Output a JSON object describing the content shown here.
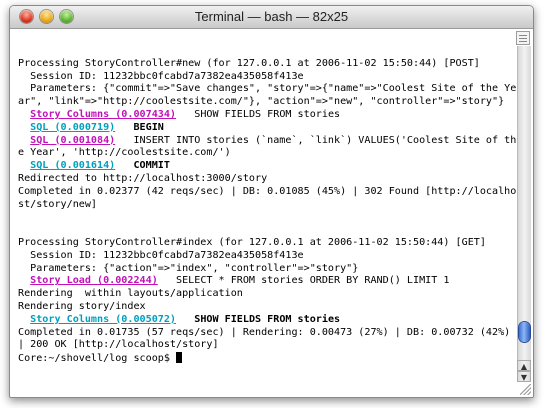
{
  "window": {
    "title": "Terminal — bash — 82x25"
  },
  "icons": {
    "close": "close-button",
    "minimize": "minimize-button",
    "zoom": "zoom-button",
    "scroll_up": "▲",
    "scroll_down": "▼"
  },
  "colors": {
    "sql_cyan": "#009fbf",
    "sql_magenta": "#c012b8",
    "scroll_thumb": "#3b6fd4"
  },
  "terminal": {
    "lines": [
      [
        {
          "t": ""
        }
      ],
      [
        {
          "t": "Processing StoryController#new (for 127.0.0.1 at 2006-11-02 15:50:44) [POST]"
        }
      ],
      [
        {
          "t": "  Session ID: 11232bbc0fcabd7a7382ea435058f413e"
        }
      ],
      [
        {
          "t": "  Parameters: {\"commit\"=>\"Save changes\", \"story\"=>{\"name\"=>\"Coolest Site of the Ye"
        }
      ],
      [
        {
          "t": "ar\", \"link\"=>\"http://coolestsite.com/\"}, \"action\"=>\"new\", \"controller\"=>\"story\"}"
        }
      ],
      [
        {
          "t": "  "
        },
        {
          "t": "Story Columns (0.007434)",
          "c": "sql-mag"
        },
        {
          "t": "   SHOW FIELDS FROM stories"
        }
      ],
      [
        {
          "t": "  "
        },
        {
          "t": "SQL (0.000719)",
          "c": "sql-cyan"
        },
        {
          "t": "   "
        },
        {
          "t": "BEGIN",
          "c": "bold"
        }
      ],
      [
        {
          "t": "  "
        },
        {
          "t": "SQL (0.001084)",
          "c": "sql-mag"
        },
        {
          "t": "   INSERT INTO stories (`name`, `link`) VALUES('Coolest Site of th"
        }
      ],
      [
        {
          "t": "e Year', 'http://coolestsite.com/')"
        }
      ],
      [
        {
          "t": "  "
        },
        {
          "t": "SQL (0.001614)",
          "c": "sql-cyan"
        },
        {
          "t": "   "
        },
        {
          "t": "COMMIT",
          "c": "bold"
        }
      ],
      [
        {
          "t": "Redirected to http://localhost:3000/story"
        }
      ],
      [
        {
          "t": "Completed in 0.02377 (42 reqs/sec) | DB: 0.01085 (45%) | 302 Found [http://localho"
        }
      ],
      [
        {
          "t": "st/story/new]"
        }
      ],
      [
        {
          "t": ""
        }
      ],
      [
        {
          "t": ""
        }
      ],
      [
        {
          "t": "Processing StoryController#index (for 127.0.0.1 at 2006-11-02 15:50:44) [GET]"
        }
      ],
      [
        {
          "t": "  Session ID: 11232bbc0fcabd7a7382ea435058f413e"
        }
      ],
      [
        {
          "t": "  Parameters: {\"action\"=>\"index\", \"controller\"=>\"story\"}"
        }
      ],
      [
        {
          "t": "  "
        },
        {
          "t": "Story Load (0.002244)",
          "c": "sql-mag"
        },
        {
          "t": "   SELECT * FROM stories ORDER BY RAND() LIMIT 1"
        }
      ],
      [
        {
          "t": "Rendering  within layouts/application"
        }
      ],
      [
        {
          "t": "Rendering story/index"
        }
      ],
      [
        {
          "t": "  "
        },
        {
          "t": "Story Columns (0.005072)",
          "c": "sql-cyan"
        },
        {
          "t": "   "
        },
        {
          "t": "SHOW FIELDS FROM stories",
          "c": "bold"
        }
      ],
      [
        {
          "t": "Completed in 0.01735 (57 reqs/sec) | Rendering: 0.00473 (27%) | DB: 0.00732 (42%)"
        }
      ],
      [
        {
          "t": "| 200 OK [http://localhost/story]"
        }
      ],
      [
        {
          "t": "Core:~/shovell/log scoop$ "
        },
        {
          "t": "",
          "c": "cursor"
        }
      ]
    ]
  },
  "scrollbar": {
    "position_fraction": 0.94
  }
}
